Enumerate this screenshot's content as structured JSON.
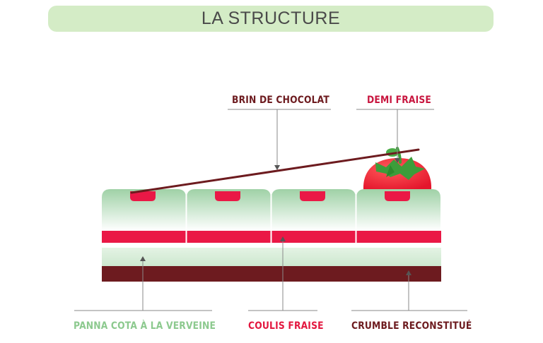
{
  "title": "LA STRUCTURE",
  "labels": {
    "chocolate": "BRIN DE CHOCOLAT",
    "strawberry": "DEMI FRAISE",
    "panna_cotta": "PANNA COTA À LA VERVEINE",
    "coulis": "COULIS FRAISE",
    "crumble": "CRUMBLE RECONSTITUÉ"
  },
  "colors": {
    "banner": "#d4ecc6",
    "panna_cotta": "#bfe0c4",
    "coulis": "#ea1846",
    "crumble": "#6d1b1f",
    "chocolate_label": "#6d1b1f",
    "strawberry_label": "#c8163f",
    "panna_label": "#8cc98e",
    "coulis_label": "#e3173f",
    "crumble_label": "#6d1b1f"
  }
}
